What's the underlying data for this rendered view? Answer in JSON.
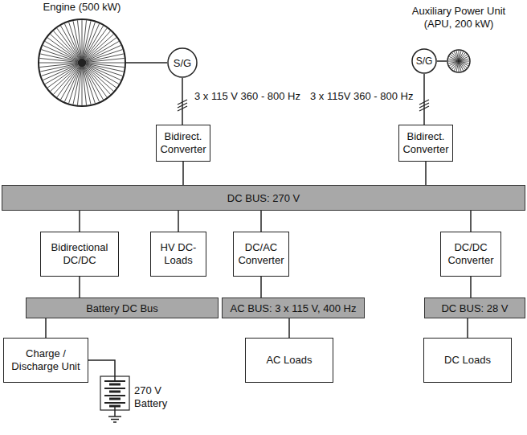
{
  "diagram": {
    "nodes": [
      {
        "text": [
          "Engine (500 kW)"
        ]
      },
      {
        "text": [
          "S/G"
        ]
      },
      {
        "text": [
          "S/G"
        ]
      },
      {
        "text": [
          "Auxiliary Power Unit (APU, 200 kW)"
        ]
      },
      {
        "text": [
          "Bidirect. Converter"
        ]
      },
      {
        "text": [
          "Bidirect. Converter"
        ]
      },
      {
        "text": [
          "DC BUS: 270 V"
        ]
      },
      {
        "text": [
          "Bidirectional DC/DC"
        ]
      },
      {
        "text": [
          "HV DC-Loads"
        ]
      },
      {
        "text": [
          "DC/AC Converter"
        ]
      },
      {
        "text": [
          "DC/DC Converter"
        ]
      },
      {
        "text": [
          "Battery DC Bus"
        ]
      },
      {
        "text": [
          "AC BUS: 3 x 115 V, 400 Hz"
        ]
      },
      {
        "text": [
          "DC BUS: 28 V"
        ]
      },
      {
        "text": [
          "Charge / Discharge Unit"
        ]
      },
      {
        "text": [
          "AC Loads"
        ]
      },
      {
        "text": [
          "DC Loads"
        ]
      },
      {
        "text": [
          "270 V Battery"
        ]
      }
    ],
    "edges": [
      {
        "from": 0,
        "to": 1,
        "arrow": "none"
      },
      {
        "from": 1,
        "to": 4,
        "arrow": "none",
        "label": "3 x 115 V 360 - 800 Hz"
      },
      {
        "from": 3,
        "to": 2,
        "arrow": "none"
      },
      {
        "from": 2,
        "to": 5,
        "arrow": "none",
        "label": "3 x 115V 360 - 800 Hz"
      },
      {
        "from": 4,
        "to": 6,
        "arrow": "none"
      },
      {
        "from": 5,
        "to": 6,
        "arrow": "none"
      },
      {
        "from": 6,
        "to": 7,
        "arrow": "none"
      },
      {
        "from": 6,
        "to": 8,
        "arrow": "none"
      },
      {
        "from": 6,
        "to": 9,
        "arrow": "none"
      },
      {
        "from": 6,
        "to": 10,
        "arrow": "none"
      },
      {
        "from": 7,
        "to": 11,
        "arrow": "none"
      },
      {
        "from": 9,
        "to": 12,
        "arrow": "none"
      },
      {
        "from": 10,
        "to": 13,
        "arrow": "none"
      },
      {
        "from": 11,
        "to": 14,
        "arrow": "none"
      },
      {
        "from": 12,
        "to": 15,
        "arrow": "none"
      },
      {
        "from": 13,
        "to": 16,
        "arrow": "none"
      },
      {
        "from": 14,
        "to": 17,
        "arrow": "none"
      }
    ]
  }
}
